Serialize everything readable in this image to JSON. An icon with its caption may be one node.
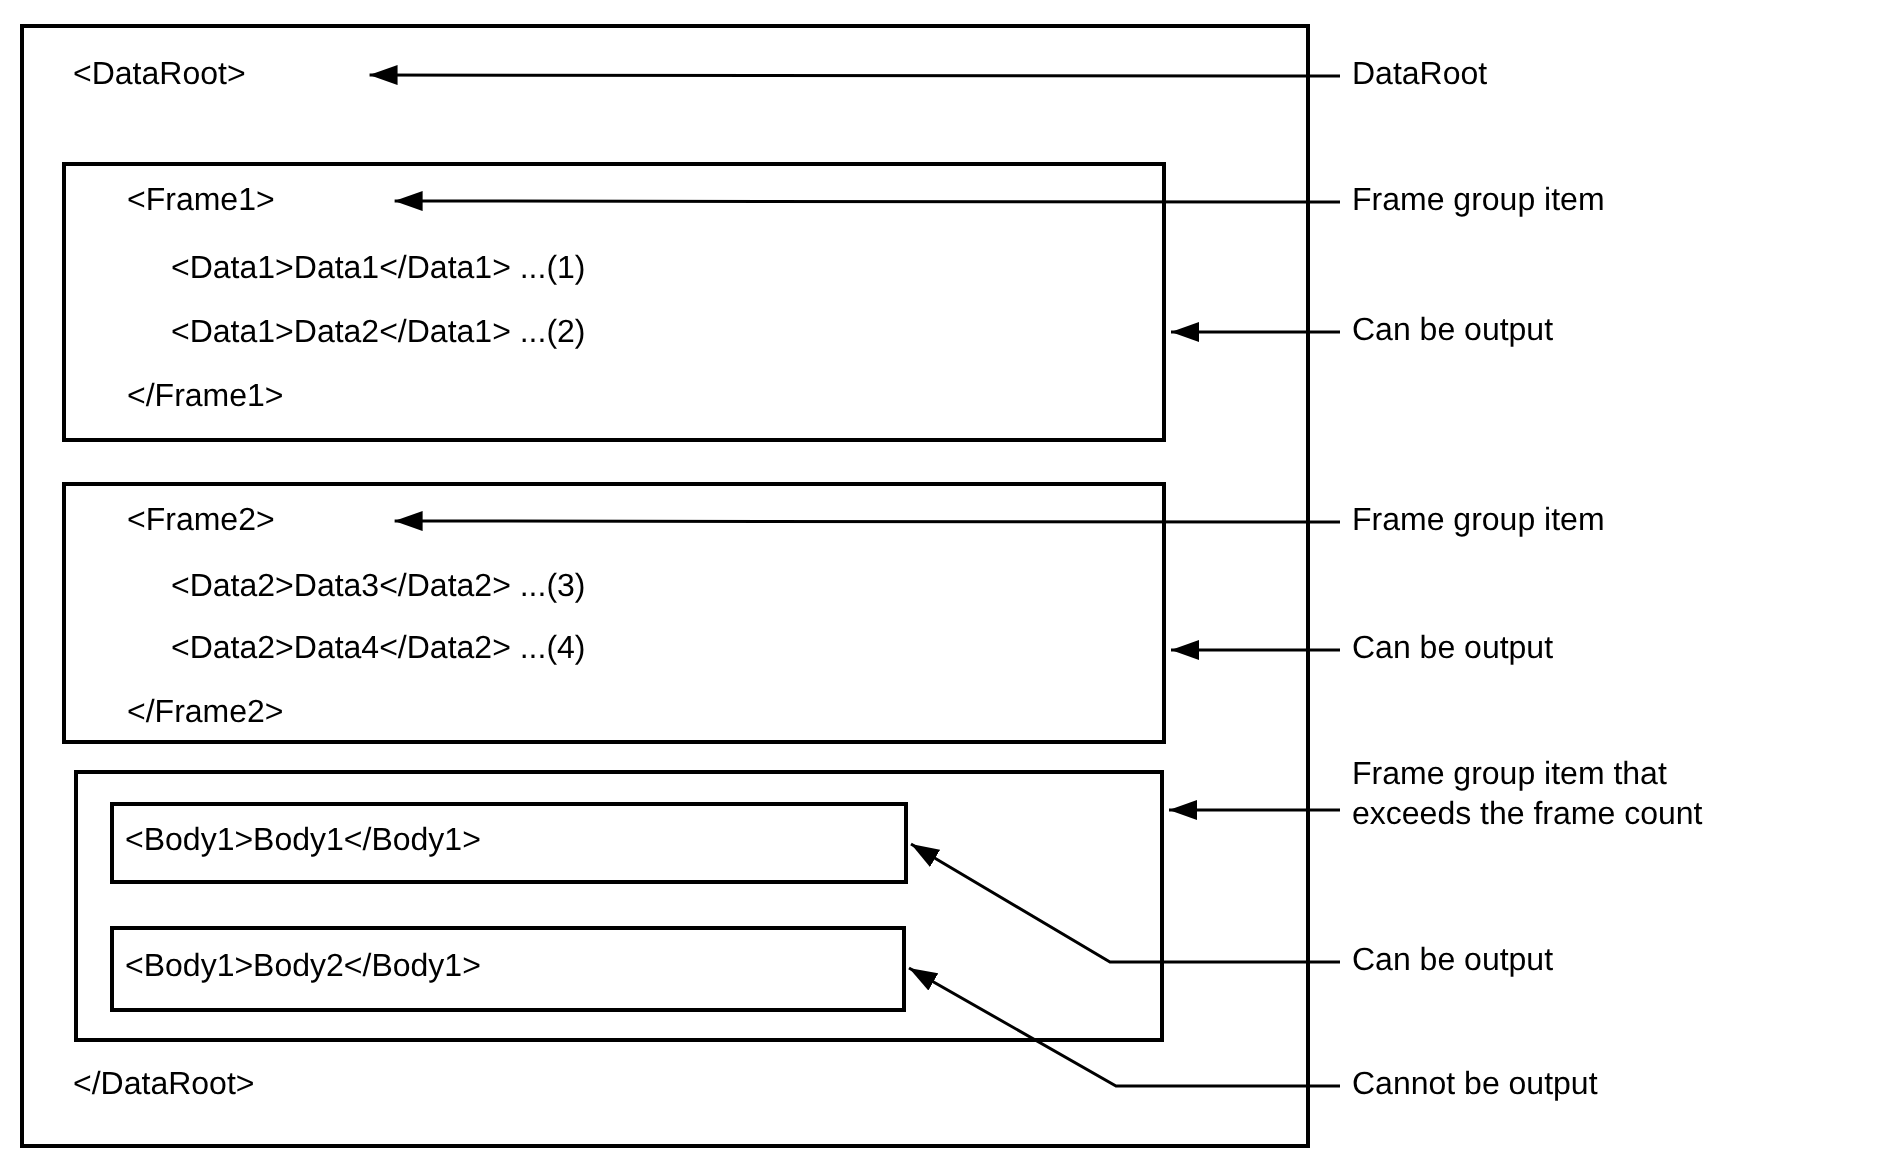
{
  "diagram": {
    "nodes": [
      {
        "text": [
          "</DataRoot>"
        ]
      },
      {
        "text": [
          "<DataRoot>"
        ],
        "in": 0
      },
      {
        "text": [
          "<Data1>Data1</Data1> ...(1)",
          "<Data1>Data2</Data1> ...(2)",
          "</Frame1>"
        ],
        "in": 0
      },
      {
        "text": [
          "<Frame1>"
        ],
        "in": 2
      },
      {
        "text": [
          "<Data2>Data3</Data2> ...(3)",
          "<Data2>Data4</Data2> ...(4)",
          "</Frame2>"
        ],
        "in": 0
      },
      {
        "text": [
          "<Frame2>"
        ],
        "in": 4
      },
      {
        "text": [],
        "shape": "box",
        "in": 0
      },
      {
        "text": [
          "<Body1>Body1</Body1>"
        ],
        "in": 6
      },
      {
        "text": [
          "<Body1>Body2</Body1>"
        ],
        "in": 6
      },
      {
        "text": [
          "DataRoot"
        ]
      },
      {
        "text": [
          "Frame group item"
        ]
      },
      {
        "text": [
          "Can be output"
        ]
      },
      {
        "text": [
          "Frame group item"
        ]
      },
      {
        "text": [
          "Can be output"
        ]
      },
      {
        "text": [
          "Frame group item that exceeds the frame count"
        ]
      },
      {
        "text": [
          "Can be output"
        ]
      },
      {
        "text": [
          "Cannot be output"
        ]
      }
    ],
    "edges": [
      {
        "from": 9,
        "to": 1,
        "arrow": "to"
      },
      {
        "from": 10,
        "to": 3,
        "arrow": "to"
      },
      {
        "from": 11,
        "to": 2,
        "arrow": "to"
      },
      {
        "from": 12,
        "to": 5,
        "arrow": "to"
      },
      {
        "from": 13,
        "to": 4,
        "arrow": "to"
      },
      {
        "from": 14,
        "to": 6,
        "arrow": "to"
      },
      {
        "from": 15,
        "to": 7,
        "arrow": "to"
      },
      {
        "from": 16,
        "to": 8,
        "arrow": "to"
      }
    ]
  }
}
